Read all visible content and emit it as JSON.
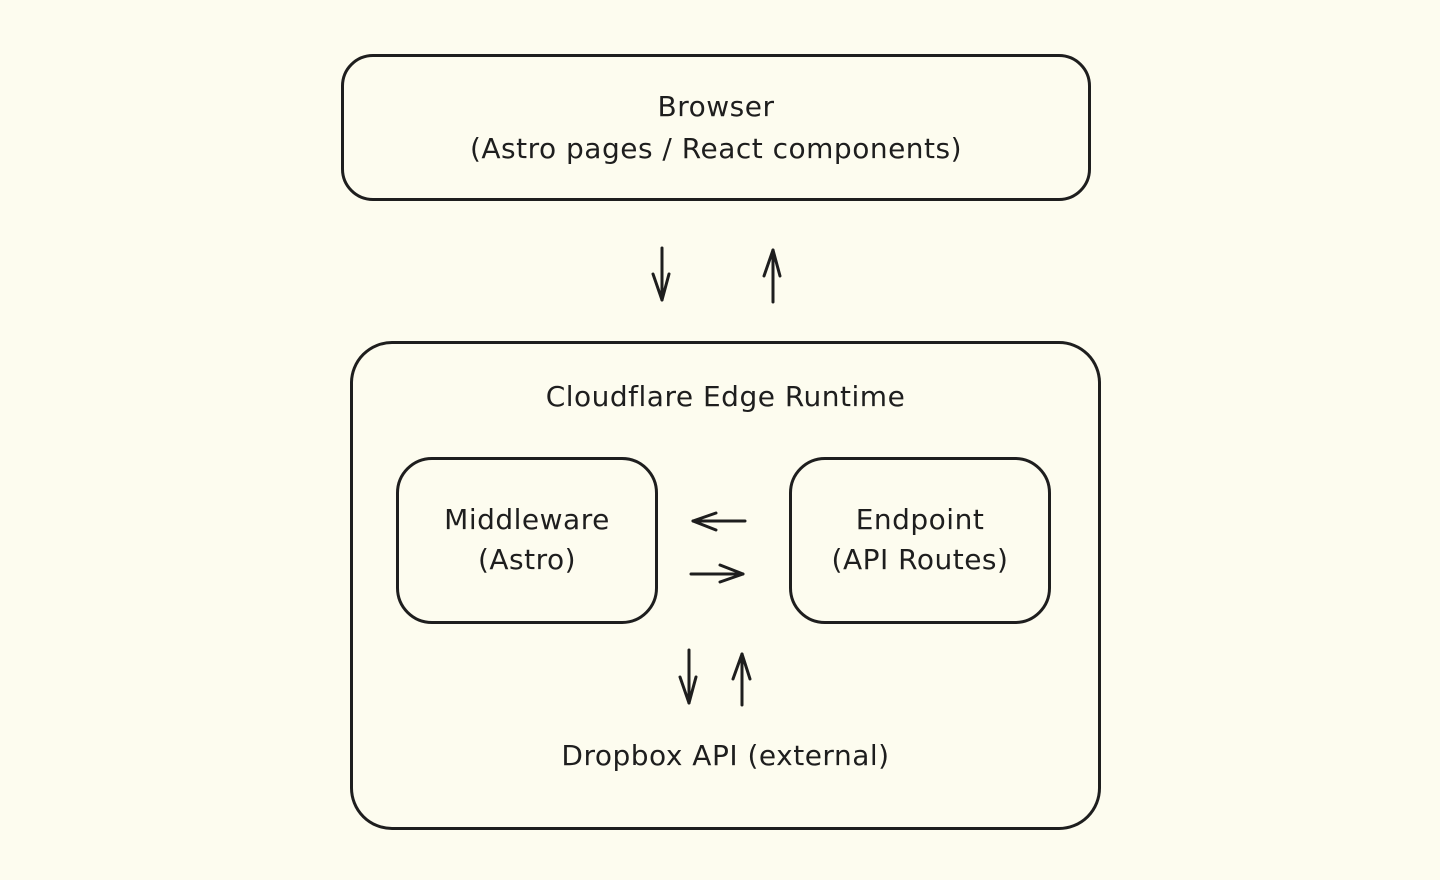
{
  "diagram": {
    "nodes": {
      "browser": {
        "title": "Browser",
        "subtitle": "(Astro pages / React components)"
      },
      "edge_runtime": {
        "title": "Cloudflare Edge Runtime"
      },
      "middleware": {
        "title": "Middleware",
        "subtitle": "(Astro)"
      },
      "endpoint": {
        "title": "Endpoint",
        "subtitle": "(API Routes)"
      },
      "dropbox": {
        "title": "Dropbox API (external)"
      }
    },
    "edges": [
      {
        "from": "browser",
        "to": "edge_runtime",
        "direction": "down"
      },
      {
        "from": "edge_runtime",
        "to": "browser",
        "direction": "up"
      },
      {
        "from": "endpoint",
        "to": "middleware",
        "direction": "left"
      },
      {
        "from": "middleware",
        "to": "endpoint",
        "direction": "right"
      },
      {
        "from": "edge_runtime",
        "to": "dropbox",
        "direction": "down"
      },
      {
        "from": "dropbox",
        "to": "edge_runtime",
        "direction": "up"
      }
    ],
    "colors": {
      "background": "#fdfcef",
      "stroke": "#1e1e1e"
    }
  }
}
